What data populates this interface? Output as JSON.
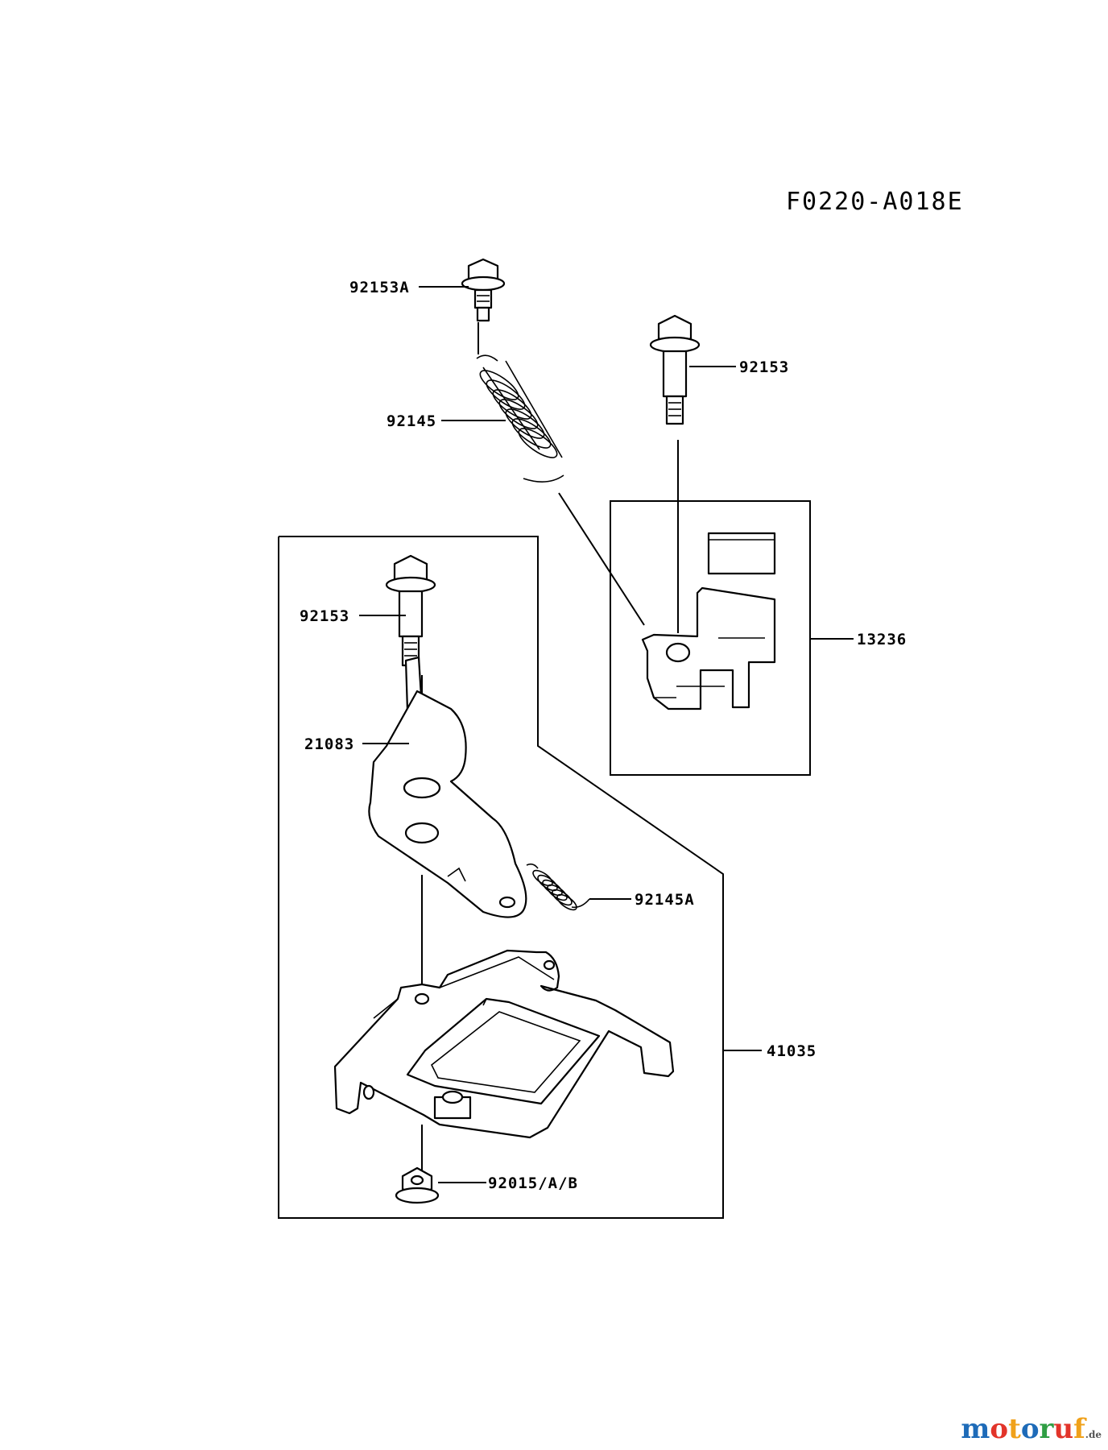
{
  "diagram": {
    "figure_code": "F0220-A018E",
    "callouts": {
      "bolt_top": "92153A",
      "bolt_right": "92153",
      "spring_large": "92145",
      "plate_assembly": "13236",
      "bolt_lower": "92153",
      "lever": "21083",
      "spring_small": "92145A",
      "bracket_assembly": "41035",
      "nut": "92015/A/B"
    }
  },
  "watermark": {
    "brand": "motoruf",
    "suffix": ".de"
  }
}
